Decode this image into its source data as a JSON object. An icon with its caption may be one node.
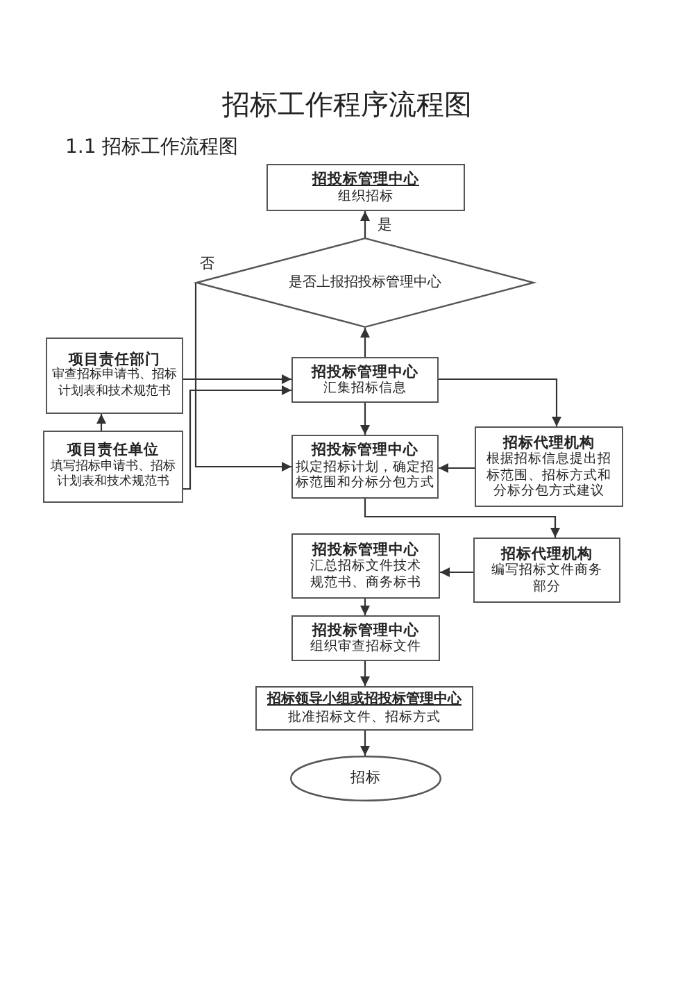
{
  "diagram": {
    "title": "招标工作程序流程图",
    "nodes": [
      {
        "text": [
          "招投标管理中心",
          "组织招标"
        ]
      },
      {
        "text": [
          "是否上报招投标管理中心"
        ]
      },
      {
        "text": [
          "项目责任部门",
          "审查招标申请书、招标计划表和技术规范书"
        ]
      },
      {
        "text": [
          "招投标管理中心",
          "汇集招标信息"
        ]
      },
      {
        "text": [
          "项目责任单位",
          "填写招标申请书、招标计划表和技术规范书"
        ]
      },
      {
        "text": [
          "招投标管理中心",
          "拟定招标计划，确定招标范围和分标分包方式"
        ]
      },
      {
        "text": [
          "招标代理机构",
          "根据招标信息提出招标范围、招标方式和分标分包方式建议"
        ]
      },
      {
        "text": [
          "招投标管理中心",
          "汇总招标文件技术规范书、商务标书"
        ]
      },
      {
        "text": [
          "招标代理机构",
          "编写招标文件商务部分"
        ]
      },
      {
        "text": [
          "招投标管理中心",
          "组织审查招标文件"
        ]
      },
      {
        "text": [
          "招标领导小组或招投标管理中心",
          "批准招标文件、招标方式"
        ]
      },
      {
        "text": [
          "招标"
        ]
      }
    ],
    "edges": [
      {
        "from": 1,
        "to": 0,
        "arrow": "to",
        "label": "是"
      },
      {
        "from": 1,
        "to": 5,
        "arrow": "to",
        "label": "否"
      },
      {
        "from": 4,
        "to": 2,
        "arrow": "to"
      },
      {
        "from": 2,
        "to": 3,
        "arrow": "to"
      },
      {
        "from": 4,
        "to": 3,
        "arrow": "to"
      },
      {
        "from": 3,
        "to": 1,
        "arrow": "to"
      },
      {
        "from": 3,
        "to": 6,
        "arrow": "to"
      },
      {
        "from": 3,
        "to": 5,
        "arrow": "to"
      },
      {
        "from": 6,
        "to": 5,
        "arrow": "to"
      },
      {
        "from": 5,
        "to": 8,
        "arrow": "to"
      },
      {
        "from": 8,
        "to": 7,
        "arrow": "to"
      },
      {
        "from": 7,
        "to": 9,
        "arrow": "to"
      },
      {
        "from": 9,
        "to": 10,
        "arrow": "to"
      },
      {
        "from": 10,
        "to": 11,
        "arrow": "to"
      }
    ],
    "labels": [
      "1.1 招标工作流程图"
    ]
  }
}
